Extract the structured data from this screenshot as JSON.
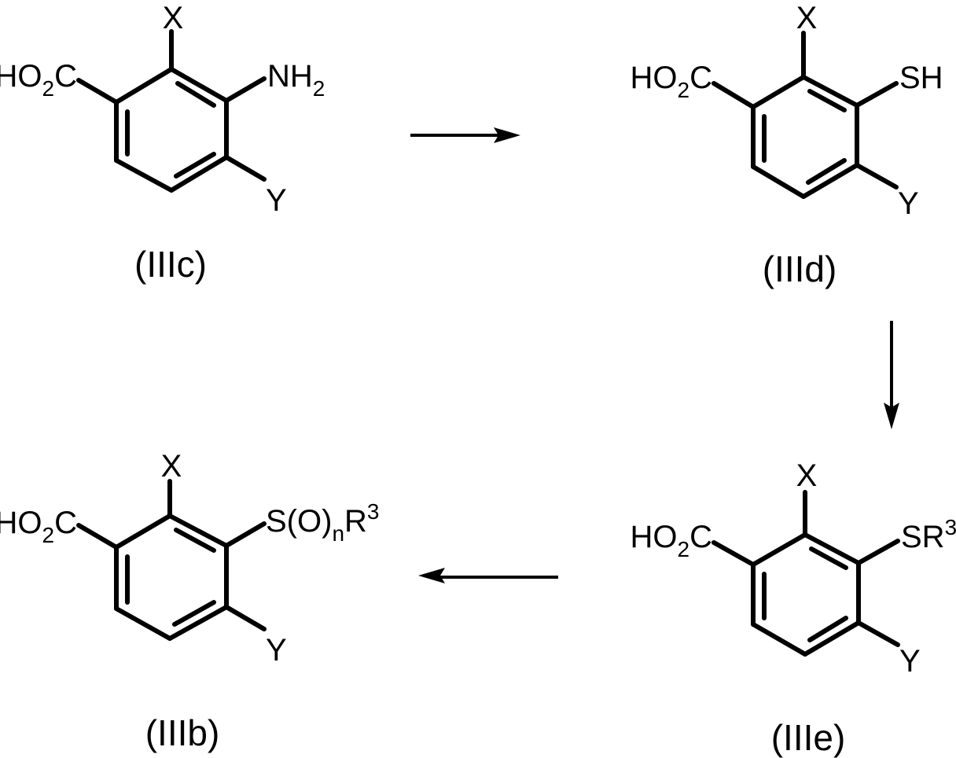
{
  "scheme": {
    "molecules": [
      {
        "id": "IIIc",
        "label": "(IIIc)",
        "top": "X",
        "left_main": "HO",
        "left_sub": "2",
        "left_tail": "C",
        "right_main": "NH",
        "right_sub": "2",
        "right_sup": "",
        "right_tail": "",
        "bottom": "Y"
      },
      {
        "id": "IIId",
        "label": "(IIId)",
        "top": "X",
        "left_main": "HO",
        "left_sub": "2",
        "left_tail": "C",
        "right_main": "SH",
        "right_sub": "",
        "right_sup": "",
        "right_tail": "",
        "bottom": "Y"
      },
      {
        "id": "IIIb",
        "label": "(IIIb)",
        "top": "X",
        "left_main": "HO",
        "left_sub": "2",
        "left_tail": "C",
        "right_main": "S(O)",
        "right_sub": "n",
        "right_tail": "R",
        "right_sup": "3",
        "bottom": "Y"
      },
      {
        "id": "IIIe",
        "label": "(IIIe)",
        "top": "X",
        "left_main": "HO",
        "left_sub": "2",
        "left_tail": "C",
        "right_main": "SR",
        "right_sub": "",
        "right_tail": "",
        "right_sup": "3",
        "bottom": "Y"
      }
    ],
    "arrows": [
      {
        "from": "IIIc",
        "to": "IIId",
        "direction": "right"
      },
      {
        "from": "IIId",
        "to": "IIIe",
        "direction": "down"
      },
      {
        "from": "IIIe",
        "to": "IIIb",
        "direction": "left"
      }
    ]
  }
}
